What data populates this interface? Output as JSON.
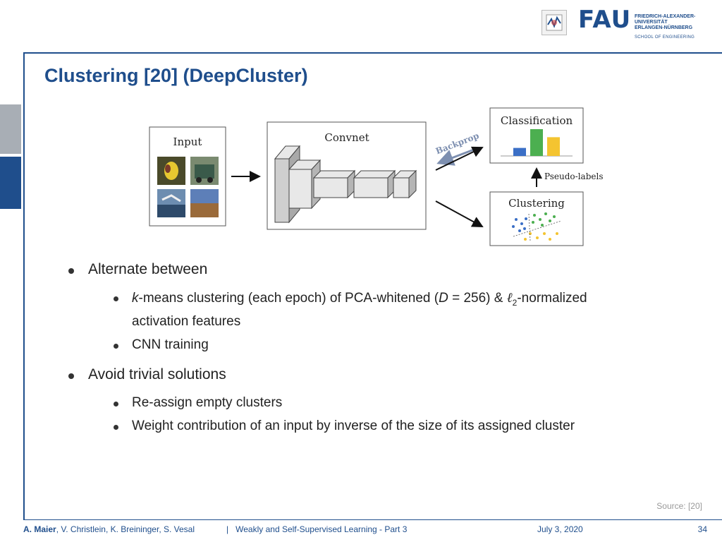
{
  "header": {
    "logo_word": "FAU",
    "university_lines": [
      "FRIEDRICH-ALEXANDER-",
      "UNIVERSITÄT",
      "ERLANGEN-NÜRNBERG"
    ],
    "school": "SCHOOL OF ENGINEERING"
  },
  "slide": {
    "title": "Clustering [20] (DeepCluster)"
  },
  "diagram": {
    "input_label": "Input",
    "convnet_label": "Convnet",
    "backprop_label": "Backprop",
    "classification_label": "Classification",
    "pseudo_labels": "Pseudo-labels",
    "clustering_label": "Clustering",
    "bar_colors": [
      "#3b6fc6",
      "#4caf50",
      "#f4c430"
    ],
    "bar_values": [
      0.3,
      1.0,
      0.7
    ]
  },
  "bullets": {
    "b1": "Alternate between",
    "b1_1_k": "k",
    "b1_1_a": "-means clustering (each epoch) of PCA-whitened (",
    "b1_1_D": "D",
    "b1_1_eq": " = ",
    "b1_1_b": "256) & ",
    "b1_1_l": "ℓ",
    "b1_1_sub": "2",
    "b1_1_c": "-normalized",
    "b1_1_line2": "activation features",
    "b1_2": "CNN training",
    "b2": "Avoid trivial solutions",
    "b2_1": "Re-assign empty clusters",
    "b2_2": "Weight contribution of an input by inverse of the size of its assigned cluster"
  },
  "source": "Source: [20]",
  "footer": {
    "author_main": "A. Maier",
    "authors_rest": ", V. Christlein, K. Breininger, S. Vesal",
    "separator": "|",
    "course": "Weakly and Self-Supervised Learning - Part 3",
    "date": "July 3, 2020",
    "page": "34"
  }
}
